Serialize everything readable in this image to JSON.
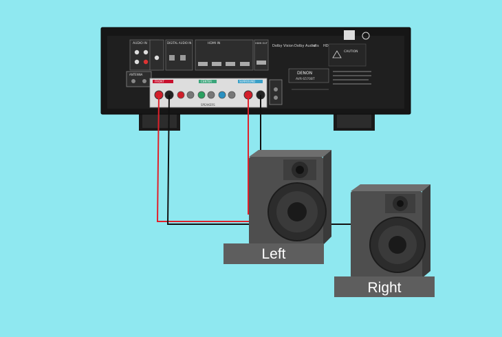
{
  "receiver": {
    "brand": "DENON",
    "model": "AVR-S570BT",
    "section_labels": {
      "audio_in": "AUDIO IN",
      "digital_audio_in": "DIGITAL AUDIO IN",
      "hdmi_in": "HDMI IN",
      "hdmi_out": "HDMI OUT",
      "antenna": "ANTENNA",
      "front": "FRONT",
      "center": "CENTER",
      "surround": "SURROUND",
      "speakers": "SPEAKERS"
    },
    "logos": [
      "Dolby Vision",
      "Dolby Audio",
      "dts",
      "HDMI"
    ],
    "caution_label": "CAUTION"
  },
  "speakers": {
    "left_label": "Left",
    "right_label": "Right"
  },
  "colors": {
    "background": "#8fe8f0",
    "receiver_body": "#161616",
    "panel": "#2a2a2a",
    "label_strip": "#5e5e5e",
    "wire_positive": "#e0202a",
    "wire_negative": "#111111",
    "speaker_body": "#4e4e4e"
  }
}
